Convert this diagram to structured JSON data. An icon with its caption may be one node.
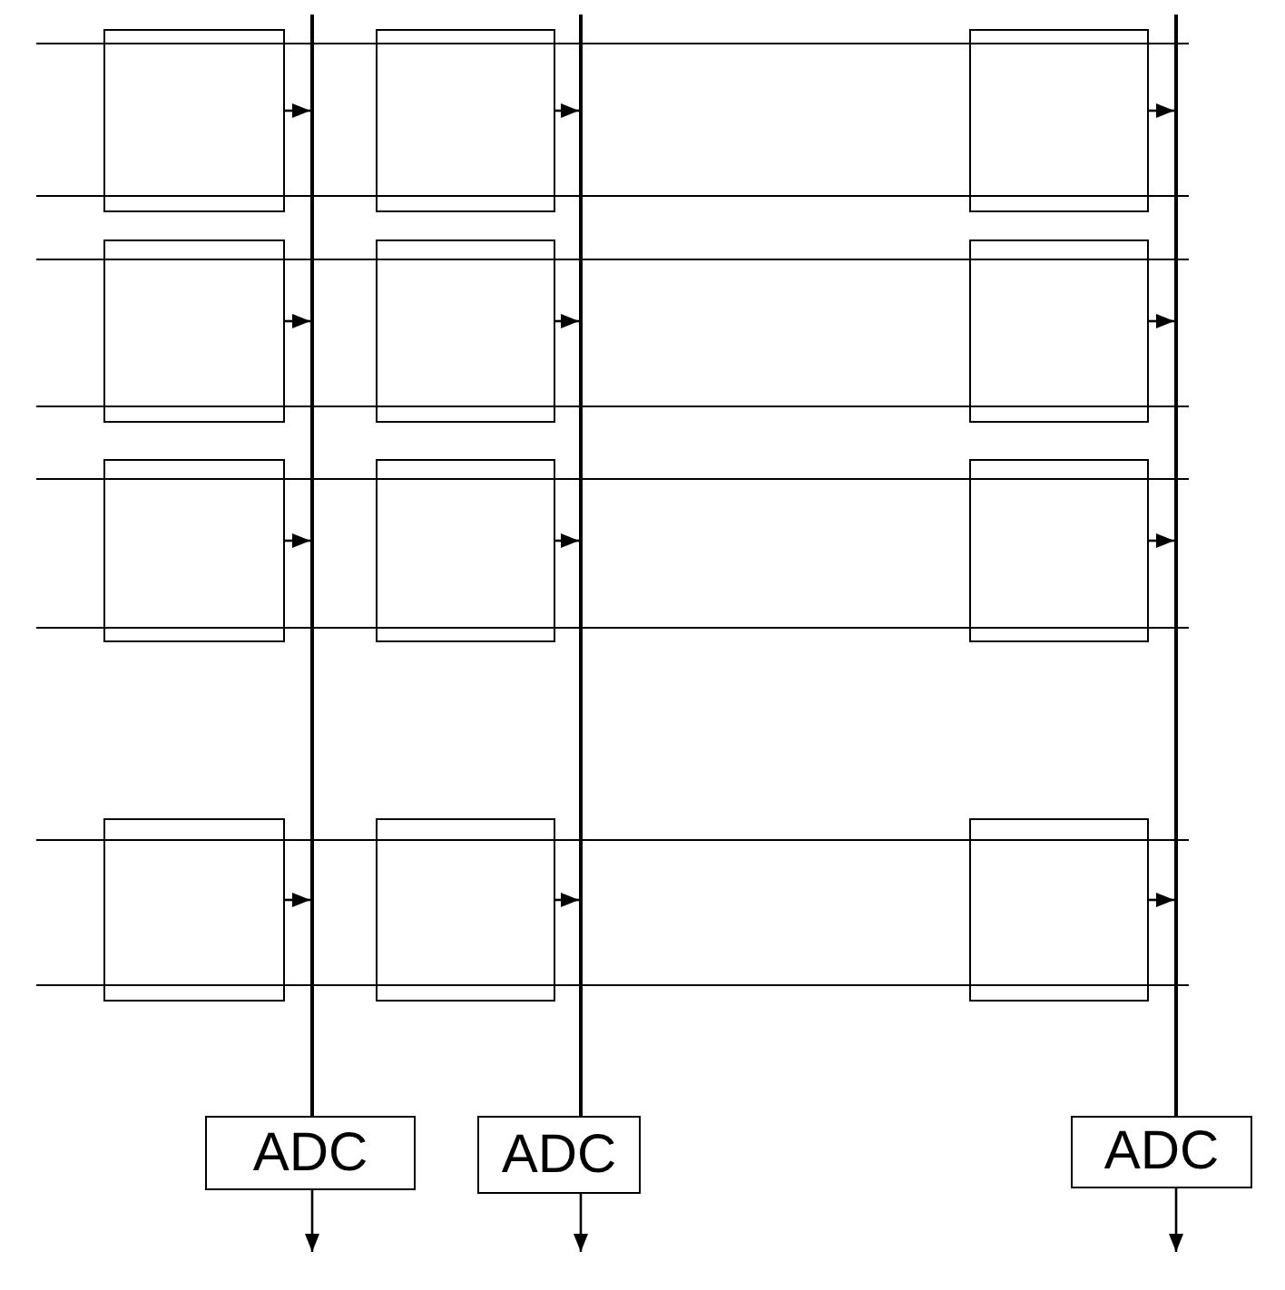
{
  "diagram": {
    "nodes": [
      {
        "text": [],
        "shape": "box"
      },
      {
        "text": [],
        "shape": "box"
      },
      {
        "text": [],
        "shape": "box"
      },
      {
        "text": [],
        "shape": "box"
      },
      {
        "text": [],
        "shape": "box"
      },
      {
        "text": [],
        "shape": "box"
      },
      {
        "text": [],
        "shape": "box"
      },
      {
        "text": [],
        "shape": "box"
      },
      {
        "text": [],
        "shape": "box"
      },
      {
        "text": [],
        "shape": "box"
      },
      {
        "text": [],
        "shape": "box"
      },
      {
        "text": [],
        "shape": "box"
      },
      {
        "text": [],
        "shape": "bar"
      },
      {
        "text": [],
        "shape": "bar"
      },
      {
        "text": [],
        "shape": "bar"
      },
      {
        "text": [
          "ADC"
        ]
      },
      {
        "text": [
          "ADC"
        ]
      },
      {
        "text": [
          "ADC"
        ]
      }
    ],
    "edges": [
      {
        "from": 0,
        "to": 12,
        "arrow": "to"
      },
      {
        "from": 1,
        "to": 13,
        "arrow": "to"
      },
      {
        "from": 2,
        "to": 14,
        "arrow": "to"
      },
      {
        "from": 3,
        "to": 12,
        "arrow": "to"
      },
      {
        "from": 4,
        "to": 13,
        "arrow": "to"
      },
      {
        "from": 5,
        "to": 14,
        "arrow": "to"
      },
      {
        "from": 6,
        "to": 12,
        "arrow": "to"
      },
      {
        "from": 7,
        "to": 13,
        "arrow": "to"
      },
      {
        "from": 8,
        "to": 14,
        "arrow": "to"
      },
      {
        "from": 9,
        "to": 12,
        "arrow": "to"
      },
      {
        "from": 10,
        "to": 13,
        "arrow": "to"
      },
      {
        "from": 11,
        "to": 14,
        "arrow": "to"
      },
      {
        "from": 12,
        "to": 15,
        "arrow": "none"
      },
      {
        "from": 13,
        "to": 16,
        "arrow": "none"
      },
      {
        "from": 14,
        "to": 17,
        "arrow": "none"
      },
      {
        "from": 15,
        "to": null,
        "arrow": "to"
      },
      {
        "from": 16,
        "to": null,
        "arrow": "to"
      },
      {
        "from": 17,
        "to": null,
        "arrow": "to"
      }
    ]
  }
}
